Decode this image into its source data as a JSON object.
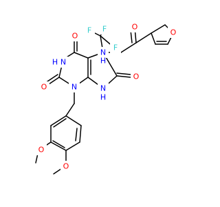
{
  "molecule": {
    "colors": {
      "bond": "#000000",
      "O": "#ff0000",
      "N": "#0000ff",
      "F": "#33cccc",
      "background": "#ffffff"
    },
    "labels": {
      "fluorine": "F",
      "oxygen": "O",
      "nitrogen": "N",
      "amine_hydrogen": "H"
    }
  }
}
